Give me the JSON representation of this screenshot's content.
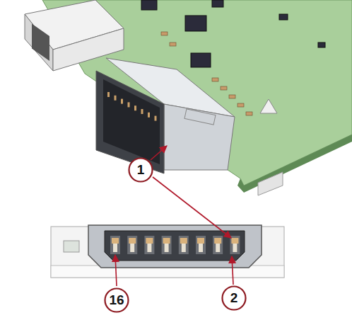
{
  "diagram": {
    "nodes": [
      {
        "text": [
          "1"
        ]
      },
      {
        "text": [
          "16"
        ]
      },
      {
        "text": [
          "2"
        ]
      }
    ]
  }
}
